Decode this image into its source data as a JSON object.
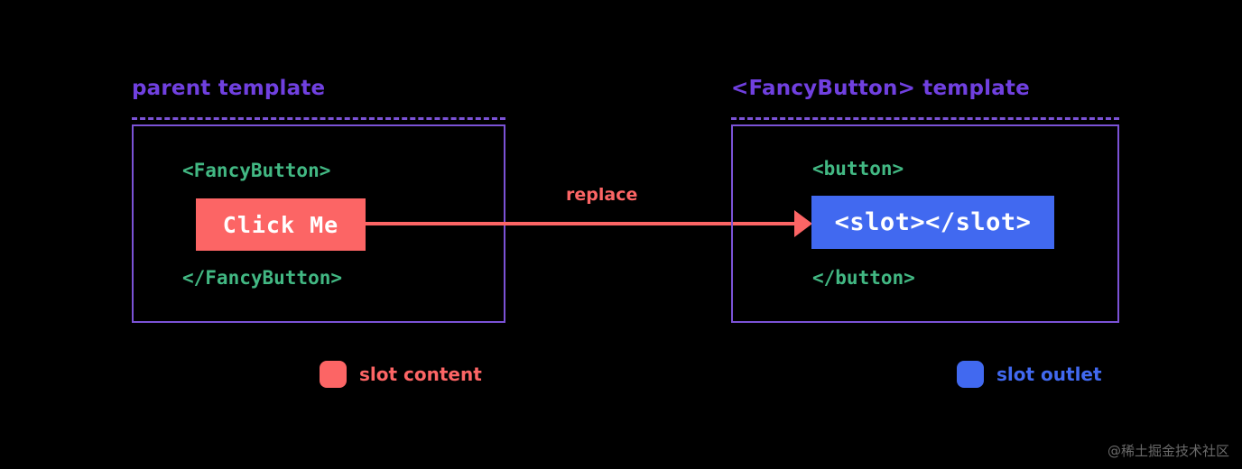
{
  "colors": {
    "background": "#000000",
    "panel_border": "#7b52d6",
    "title": "#7040e0",
    "code_tag": "#42b883",
    "slot_content": "#fc6565",
    "slot_outlet": "#4169f0",
    "chip_text": "#ffffff",
    "watermark": "#6a6a6a"
  },
  "panels": {
    "left": {
      "title": "parent template",
      "open_tag": "<FancyButton>",
      "close_tag": "</FancyButton>",
      "chip_label": "Click Me"
    },
    "right": {
      "title": "<FancyButton> template",
      "open_tag": "<button>",
      "close_tag": "</button>",
      "chip_label": "<slot></slot>"
    }
  },
  "connector": {
    "label": "replace"
  },
  "legend": [
    {
      "label": "slot content",
      "color": "#fc6565",
      "swatch": "rounded-square"
    },
    {
      "label": "slot outlet",
      "color": "#4169f0",
      "swatch": "rounded-square"
    }
  ],
  "watermark": {
    "text": "@稀土掘金技术社区"
  }
}
